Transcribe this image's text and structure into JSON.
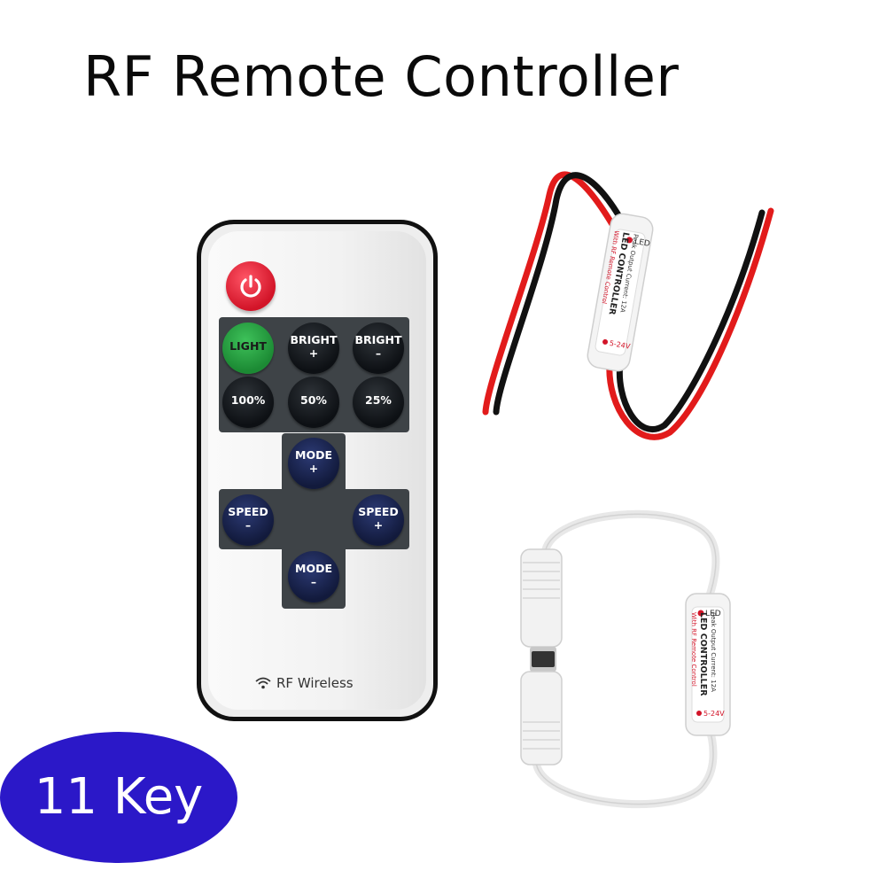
{
  "title": "RF Remote Controller",
  "remote": {
    "power_icon": "power-icon",
    "keys": [
      {
        "id": "light",
        "line1": "LIGHT",
        "line2": ""
      },
      {
        "id": "bright-plus",
        "line1": "BRIGHT",
        "line2": "+"
      },
      {
        "id": "bright-minus",
        "line1": "BRIGHT",
        "line2": "–"
      },
      {
        "id": "100",
        "line1": "100%",
        "line2": ""
      },
      {
        "id": "50",
        "line1": "50%",
        "line2": ""
      },
      {
        "id": "25",
        "line1": "25%",
        "line2": ""
      },
      {
        "id": "mode-plus",
        "line1": "MODE",
        "line2": "+"
      },
      {
        "id": "speed-minus",
        "line1": "SPEED",
        "line2": "–"
      },
      {
        "id": "speed-plus",
        "line1": "SPEED",
        "line2": "+"
      },
      {
        "id": "mode-minus",
        "line1": "MODE",
        "line2": "–"
      }
    ],
    "brand_label": "RF Wireless",
    "brand_icon": "wifi-icon"
  },
  "badge": "11 Key",
  "controller": {
    "led": "LED",
    "line1": "LED CONTROLLER",
    "line2": "With RF Remote Control",
    "line3": "Peak Output Current: 12A",
    "voltage": "5-24V"
  },
  "colors": {
    "badge": "#2b18c8",
    "power": "#d21428",
    "light_key": "#1c8a34",
    "panel": "#3e4347"
  }
}
